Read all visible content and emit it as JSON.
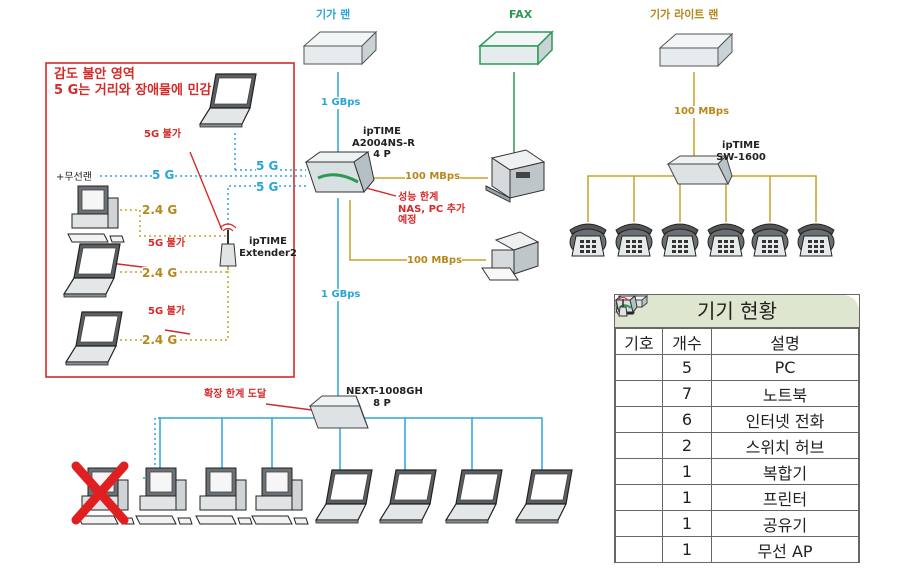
{
  "area": {
    "title_line1": "감도 불안 영역",
    "title_line2": "5 G는 거리와 장애물에 민감"
  },
  "devices": {
    "router_name": "ipTIME",
    "router_model": "A2004NS-R",
    "router_ports": "4 P",
    "extender_name": "ipTIME",
    "extender_model": "Extender2",
    "switch_lite_name": "ipTIME",
    "switch_lite_model": "SW-1600",
    "hub_model": "NEXT-1008GH",
    "hub_ports": "8 P",
    "wired_pc_label": "+무선랜"
  },
  "labels": {
    "gigalan_top": "기가 랜",
    "fax": "FAX",
    "gigalite": "기가 라이트 랜",
    "speed_1g_top": "1 GBps",
    "speed_1g_mid": "1 GBps",
    "speed_100_lite": "100 MBps",
    "speed_100_fax": "100 MBps",
    "speed_100_printer": "100 MBps",
    "wifi_5g_1": "5 G",
    "wifi_5g_2": "5 G",
    "wifi_5g_3": "5 G",
    "wifi_24_1": "2.4 G",
    "wifi_24_2": "2.4 G",
    "wifi_24_3": "2.4 G",
    "no5g_1": "5G 불가",
    "no5g_2": "5G 불가",
    "no5g_3": "5G 불가",
    "limit_line1": "성능 한계",
    "limit_line2": "NAS, PC 추가",
    "limit_line3": "예정",
    "expand_limit": "확장 한계 도달"
  },
  "legend": {
    "title": "기기 현황",
    "headers": [
      "기호",
      "개수",
      "설명"
    ],
    "rows": [
      {
        "icon": "pc-icon",
        "count": "5",
        "desc": "PC"
      },
      {
        "icon": "laptop-icon",
        "count": "7",
        "desc": "노트북"
      },
      {
        "icon": "phone-icon",
        "count": "6",
        "desc": "인터넷 전화"
      },
      {
        "icon": "switch-hub-icon",
        "count": "2",
        "desc": "스위치 허브"
      },
      {
        "icon": "multifunction-printer-icon",
        "count": "1",
        "desc": "복합기"
      },
      {
        "icon": "printer-icon",
        "count": "1",
        "desc": "프린터"
      },
      {
        "icon": "router-icon",
        "count": "1",
        "desc": "공유기"
      },
      {
        "icon": "wireless-ap-icon",
        "count": "1",
        "desc": "무선 AP"
      }
    ]
  },
  "colors": {
    "lan_cyan": "#2aa5d8",
    "phone_gold": "#c9a227",
    "warning_red": "#d42a2a",
    "fax_green": "#2c9a56"
  }
}
